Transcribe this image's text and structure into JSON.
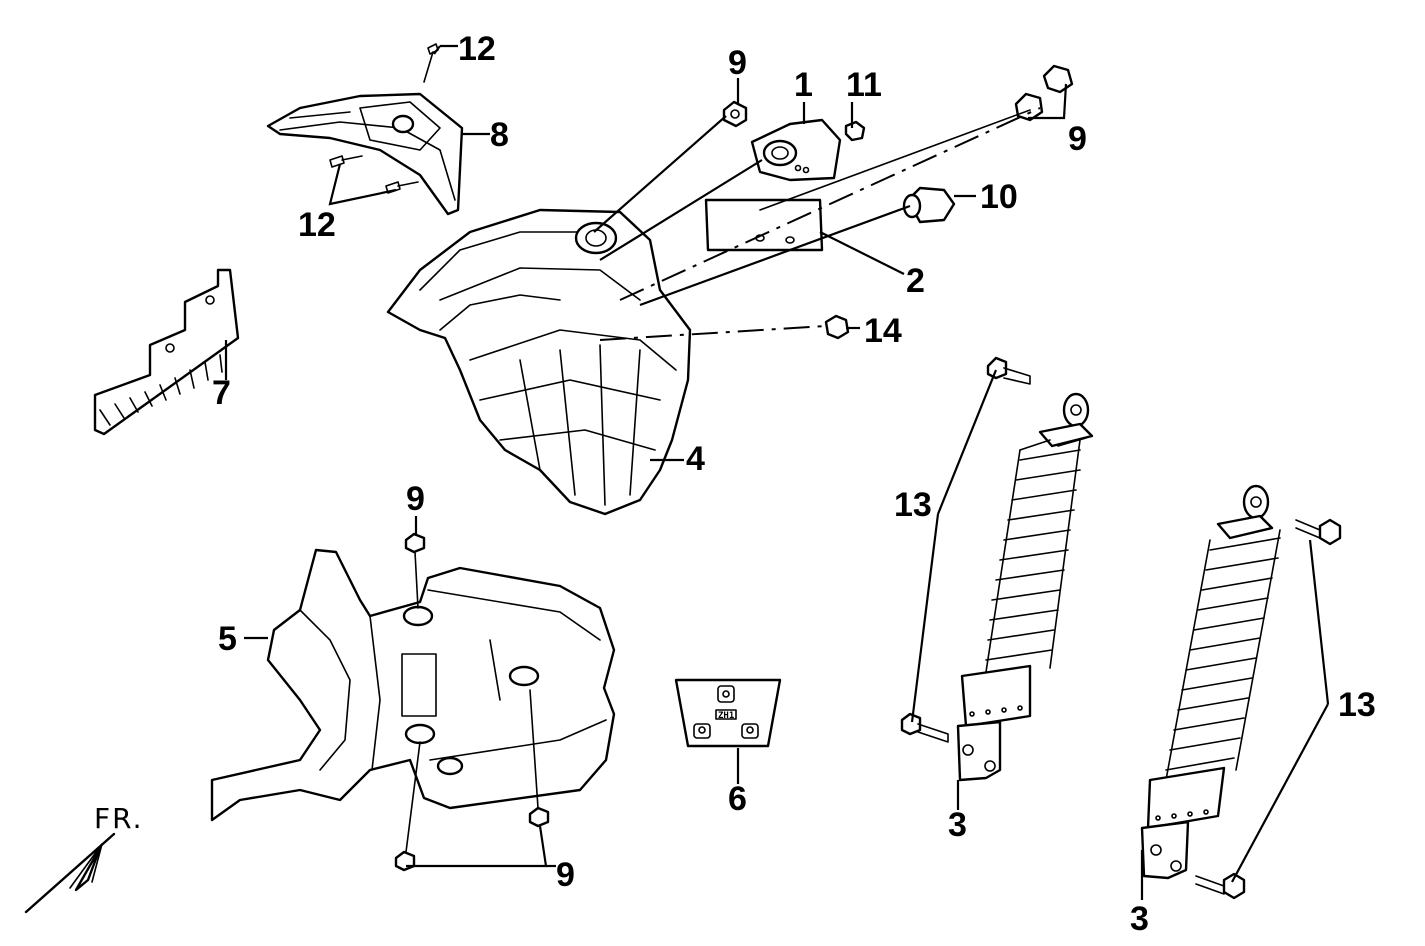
{
  "callouts": {
    "c1": "1",
    "c2": "2",
    "c3a": "3",
    "c3b": "3",
    "c4": "4",
    "c5": "5",
    "c6": "6",
    "c7": "7",
    "c8": "8",
    "c9a": "9",
    "c9b": "9",
    "c9c": "9",
    "c9d": "9",
    "c10": "10",
    "c11": "11",
    "c12a": "12",
    "c12b": "12",
    "c13a": "13",
    "c13b": "13",
    "c14": "14"
  },
  "front_indicator": "FR.",
  "plate_stamp": "ZH1"
}
